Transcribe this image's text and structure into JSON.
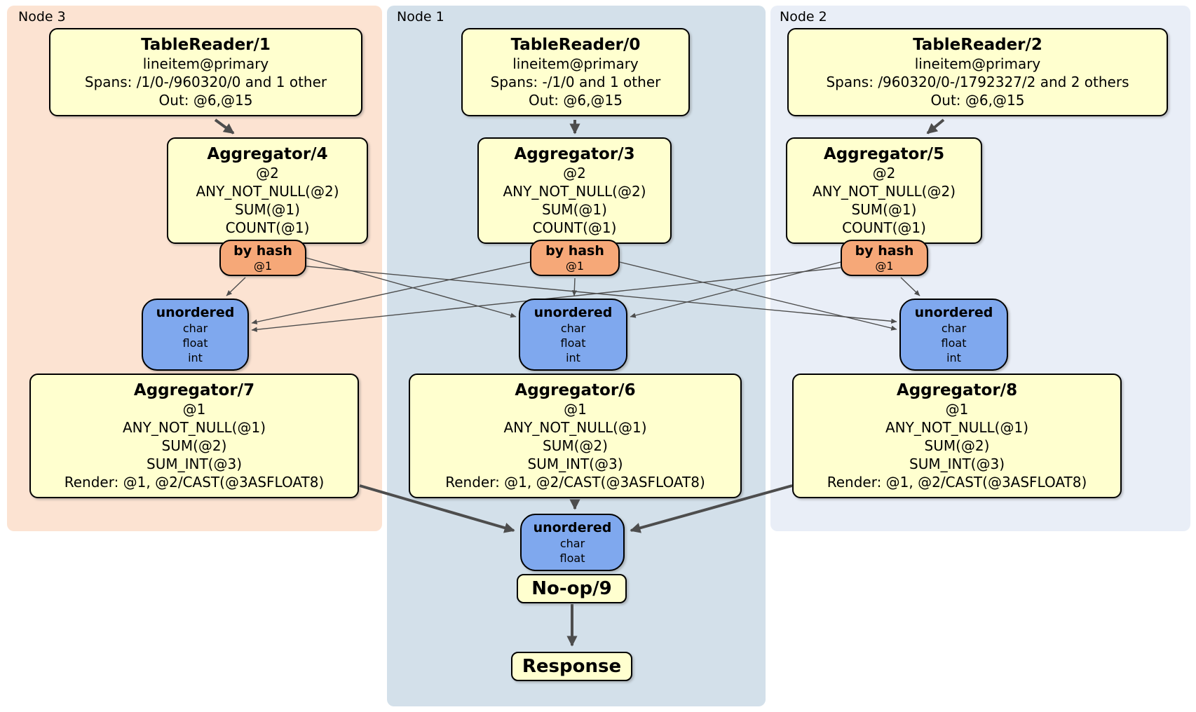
{
  "nodes": [
    {
      "label": "Node 3",
      "table_reader": {
        "title": "TableReader/1",
        "lines": [
          "lineitem@primary",
          "Spans: /1/0-/960320/0 and 1 other",
          "Out: @6,@15"
        ]
      },
      "aggregator_top": {
        "title": "Aggregator/4",
        "lines": [
          "@2",
          "ANY_NOT_NULL(@2)",
          "SUM(@1)",
          "COUNT(@1)"
        ]
      },
      "router": {
        "title": "by hash",
        "column": "@1"
      },
      "sync": {
        "title": "unordered",
        "types": [
          "char",
          "float",
          "int"
        ]
      },
      "aggregator_bottom": {
        "title": "Aggregator/7",
        "lines": [
          "@1",
          "ANY_NOT_NULL(@1)",
          "SUM(@2)",
          "SUM_INT(@3)",
          "Render: @1, @2/CAST(@3ASFLOAT8)"
        ]
      }
    },
    {
      "label": "Node 1",
      "table_reader": {
        "title": "TableReader/0",
        "lines": [
          "lineitem@primary",
          "Spans: -/1/0 and 1 other",
          "Out: @6,@15"
        ]
      },
      "aggregator_top": {
        "title": "Aggregator/3",
        "lines": [
          "@2",
          "ANY_NOT_NULL(@2)",
          "SUM(@1)",
          "COUNT(@1)"
        ]
      },
      "router": {
        "title": "by hash",
        "column": "@1"
      },
      "sync": {
        "title": "unordered",
        "types": [
          "char",
          "float",
          "int"
        ]
      },
      "aggregator_bottom": {
        "title": "Aggregator/6",
        "lines": [
          "@1",
          "ANY_NOT_NULL(@1)",
          "SUM(@2)",
          "SUM_INT(@3)",
          "Render: @1, @2/CAST(@3ASFLOAT8)"
        ]
      },
      "final_sync": {
        "title": "unordered",
        "types": [
          "char",
          "float"
        ]
      },
      "noop": {
        "title": "No-op/9"
      },
      "response": {
        "title": "Response"
      }
    },
    {
      "label": "Node 2",
      "table_reader": {
        "title": "TableReader/2",
        "lines": [
          "lineitem@primary",
          "Spans: /960320/0-/1792327/2 and 2 others",
          "Out: @6,@15"
        ]
      },
      "aggregator_top": {
        "title": "Aggregator/5",
        "lines": [
          "@2",
          "ANY_NOT_NULL(@2)",
          "SUM(@1)",
          "COUNT(@1)"
        ]
      },
      "router": {
        "title": "by hash",
        "column": "@1"
      },
      "sync": {
        "title": "unordered",
        "types": [
          "char",
          "float",
          "int"
        ]
      },
      "aggregator_bottom": {
        "title": "Aggregator/8",
        "lines": [
          "@1",
          "ANY_NOT_NULL(@1)",
          "SUM(@2)",
          "SUM_INT(@3)",
          "Render: @1, @2/CAST(@3ASFLOAT8)"
        ]
      }
    }
  ],
  "colors": {
    "node3_bg": "#fce3d2",
    "node1_bg": "#d3e0ea",
    "node2_bg": "#e9eef7",
    "processor_bg": "#ffffcf",
    "router_bg": "#f6a878",
    "sync_bg": "#7fa8ee",
    "edge": "#4d4d4d"
  }
}
